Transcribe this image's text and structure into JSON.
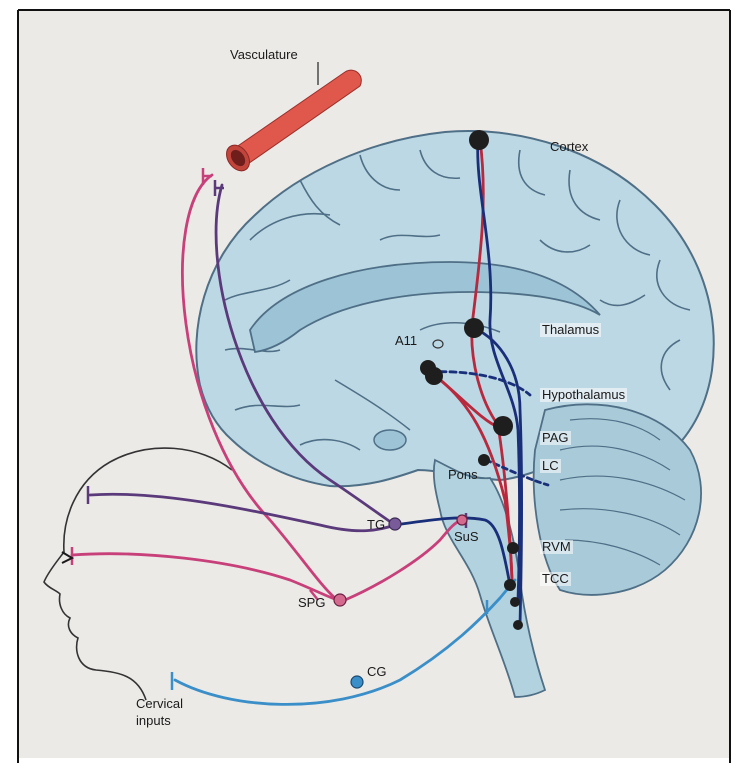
{
  "labels": {
    "vasculature": "Vasculature",
    "cortex": "Cortex",
    "thalamus": "Thalamus",
    "a11": "A11",
    "hypothalamus": "Hypothalamus",
    "pag": "PAG",
    "lc": "LC",
    "pons": "Pons",
    "tg": "TG",
    "sus": "SuS",
    "rvm": "RVM",
    "tcc": "TCC",
    "spg": "SPG",
    "cg": "CG",
    "cervical_line1": "Cervical",
    "cervical_line2": "inputs"
  },
  "colors": {
    "page": "#eceae7",
    "brain_fill": "#bcd8e4",
    "brain_stroke": "#4f6f86",
    "cerebellum": "#a9cbd9",
    "vessel": "#e0574c",
    "red_path": "#b8293d",
    "blue_path": "#1a2f7a",
    "purple_path": "#5a3a7a",
    "magenta_path": "#c8407a",
    "cyan_path": "#3b8fc9",
    "node": "#1e1e1e",
    "head_stroke": "#333333"
  }
}
